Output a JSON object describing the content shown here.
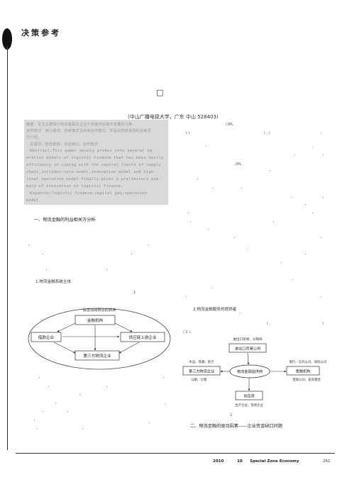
{
  "header": {
    "section": "决策参考"
  },
  "title_glyph": "□",
  "affiliation": "(中山广播电视大学，广东  中山  528403)",
  "abstract": {
    "cn_lines": [
      "摘要：本文主要探讨物流金融在企业不完善供应链中发展的几种",
      "运作模式：核心模式、创新模式及高级运作模式，并提出物流金融的创新思",
      "行介绍。",
      "关键词：物流金融；资金缺口；运作模式"
    ],
    "en_lines": [
      "Abstract:This paper mainly probes into several op-",
      "eration models of logistic finance that has been mostly",
      "efficiency in coping with the capital limits of supply",
      "chain,includes:core model,innovation model and high-",
      "level operation model.Finally,gives a preliminary sum-",
      "mary of innovation of logistic finance.",
      "Keywords:logistic finance;capital gap;operation",
      "model"
    ]
  },
  "right_fragments": {
    "a": "(3PL",
    "b": "(        )",
    "c": "(       ,        )",
    "d": ";",
    "e": ":",
    "f": ",3PL",
    "g": ",",
    "h": ";",
    "i": "1"
  },
  "sections": {
    "s1": "一、物流金融的利益相关方分析",
    "s1_1": "1.物流金融系统主体",
    "s1_2": "2.物流金融服务的提供者",
    "s1_2_paren1": "(         ,",
    "s1_2_paren2": ")",
    "s1_2_paren3": "(        2     ),",
    "s2": "二、物流金融的驱动因素——企业资金缺口问题",
    "fig2_caption": "2"
  },
  "figure1": {
    "top_label": "信息流和物流的转换",
    "finance": "金融机构",
    "borrower": "借款企业",
    "supplier": "供应链上游企业",
    "third_party": "第三方物流企业"
  },
  "figure2": {
    "top_note": "进出口贸易、分销商",
    "trade_company": "进出口贸易公司",
    "center": "物流金融提供商",
    "finance": "金融机构",
    "third_party": "第三方物流企业",
    "supplier": "供应商",
    "left_note_top": "水运、铁路、航空",
    "left_note_bottom": "公路、仓储",
    "right_note_top": "银行、信托公司、保险公司",
    "right_note_bottom": "担保公司、投资基金",
    "bottom_note": "生产企业、贸易企业"
  },
  "footer": {
    "year": "2010",
    "issue": "10",
    "journal": "Special Zone Economy",
    "page": "261"
  }
}
